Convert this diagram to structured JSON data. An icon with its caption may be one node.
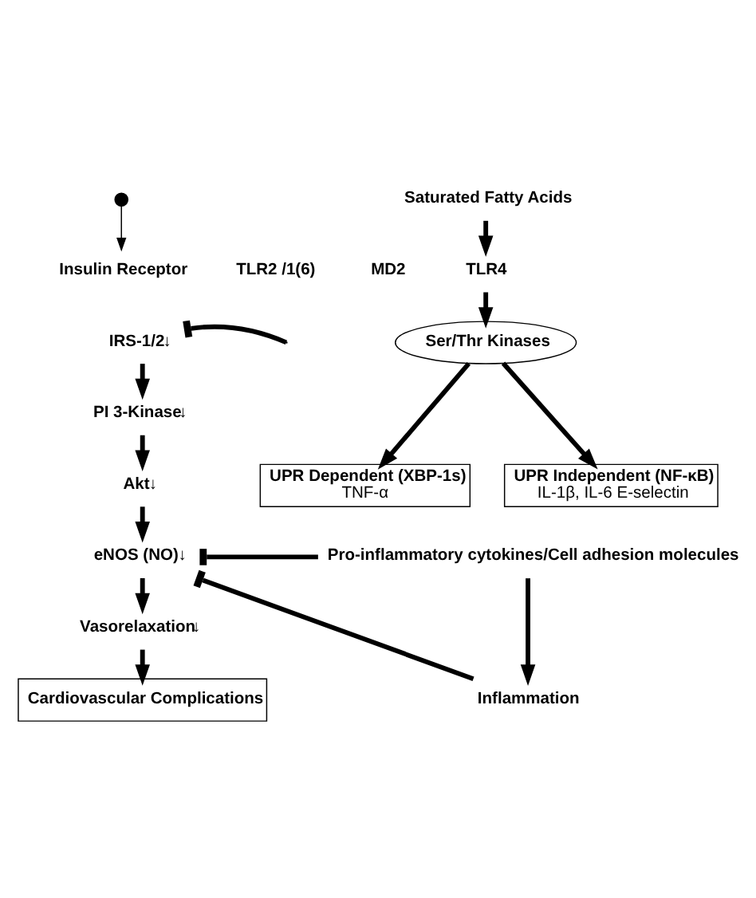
{
  "diagram": {
    "nodes": [
      {
        "text": [],
        "shape": "circle"
      },
      {
        "text": [
          "Insulin Receptor"
        ]
      },
      {
        "text": [
          "IRS-1/2"
        ],
        "beside": [
          "↓"
        ]
      },
      {
        "text": [
          "PI 3-Kinase"
        ],
        "beside": [
          "↓"
        ]
      },
      {
        "text": [
          "Akt"
        ],
        "beside": [
          "↓"
        ]
      },
      {
        "text": [
          "eNOS (NO)"
        ],
        "beside": [
          "↓"
        ]
      },
      {
        "text": [
          "Vasorelaxation"
        ],
        "beside": [
          "↓"
        ]
      },
      {
        "text": [
          "Cardiovascular Complications"
        ]
      },
      {
        "text": [
          "Saturated Fatty Acids"
        ]
      },
      {
        "text": [
          "TLR2 /1(6)"
        ]
      },
      {
        "text": [
          "MD2"
        ]
      },
      {
        "text": [
          "TLR4"
        ]
      },
      {
        "text": [
          "Ser/Thr Kinases"
        ]
      },
      {
        "text": [
          "UPR Dependent (XBP-1s)",
          "TNF-α"
        ]
      },
      {
        "text": [
          "UPR Independent (NF-κB)",
          "IL-1β, IL-6 E-selectin"
        ]
      },
      {
        "text": [
          "Pro-inflammatory cytokines/Cell adhesion molecules"
        ]
      },
      {
        "text": [
          "Inflammation"
        ]
      }
    ],
    "edges": [
      {
        "from": 0,
        "to": 1,
        "arrow": "to"
      },
      {
        "from": 2,
        "to": 3,
        "arrow": "to"
      },
      {
        "from": 3,
        "to": 4,
        "arrow": "to"
      },
      {
        "from": 4,
        "to": 5,
        "arrow": "to"
      },
      {
        "from": 5,
        "to": 6,
        "arrow": "to"
      },
      {
        "from": 6,
        "to": 7,
        "arrow": "to"
      },
      {
        "from": null,
        "to": 2,
        "arrow": "other"
      },
      {
        "from": 8,
        "to": 11,
        "arrow": "to"
      },
      {
        "from": 11,
        "to": 12,
        "arrow": "to"
      },
      {
        "from": 12,
        "to": 13,
        "arrow": "to"
      },
      {
        "from": 12,
        "to": 14,
        "arrow": "to"
      },
      {
        "from": 15,
        "to": 16,
        "arrow": "to"
      },
      {
        "from": 15,
        "to": 5,
        "arrow": "other"
      },
      {
        "from": 16,
        "to": 5,
        "arrow": "other"
      }
    ]
  }
}
